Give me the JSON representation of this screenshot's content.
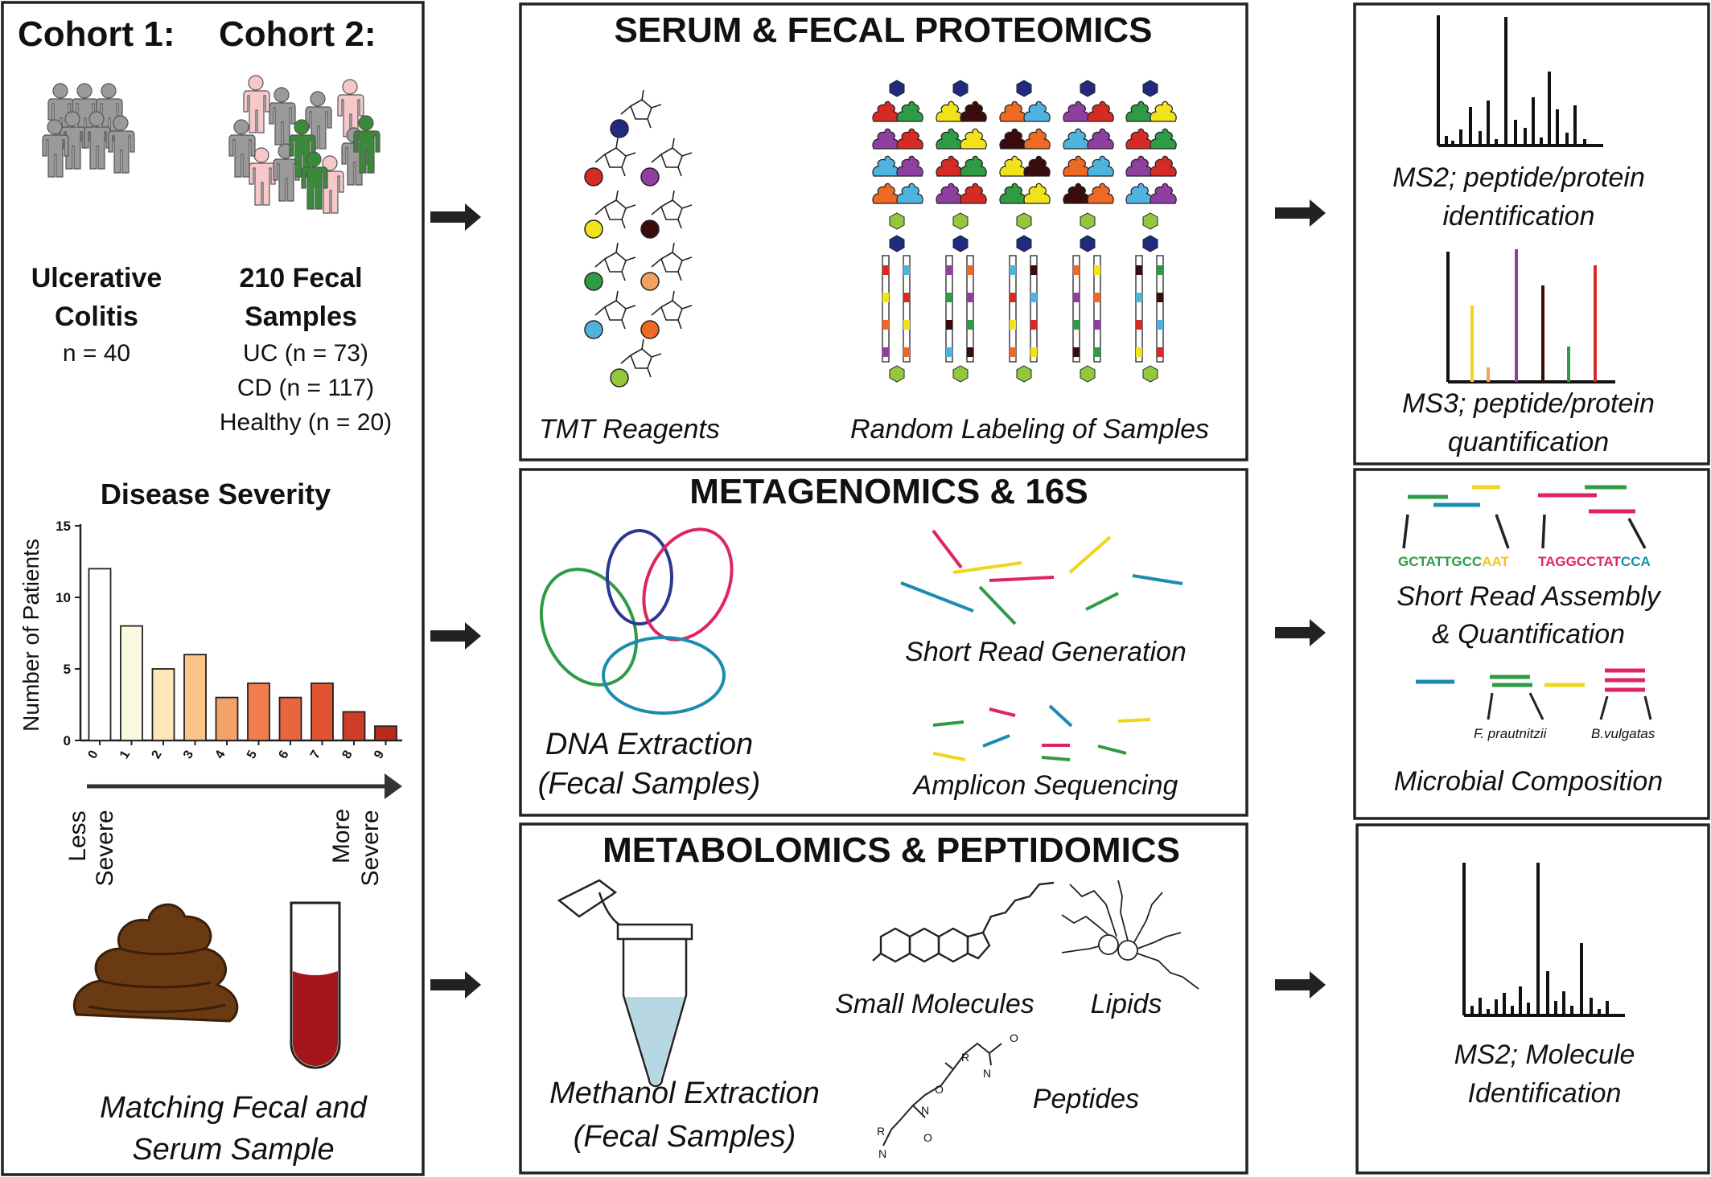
{
  "left_panel": {
    "cohort1_heading": "Cohort 1:",
    "cohort2_heading": "Cohort 2:",
    "cohort1_title_line1": "Ulcerative",
    "cohort1_title_line2": "Colitis",
    "cohort1_n": "n = 40",
    "cohort2_title_line1": "210 Fecal",
    "cohort2_title_line2": "Samples",
    "cohort2_uc": "UC (n = 73)",
    "cohort2_cd": "CD (n = 117)",
    "cohort2_healthy": "Healthy (n = 20)",
    "severity_less_line1": "Less",
    "severity_less_line2": "Severe",
    "severity_more_line1": "More",
    "severity_more_line2": "Severe",
    "matching_line1": "Matching Fecal and",
    "matching_line2": "Serum Sample"
  },
  "proteomics": {
    "title": "SERUM & FECAL PROTEOMICS",
    "tmt_label": "TMT Reagents",
    "random_label": "Random Labeling of Samples"
  },
  "metagenomics": {
    "title": "METAGENOMICS & 16S",
    "dna_line1": "DNA Extraction",
    "dna_line2": "(Fecal Samples)",
    "short_read_label": "Short Read Generation",
    "amplicon_label": "Amplicon Sequencing"
  },
  "metabolomics": {
    "title": "METABOLOMICS & PEPTIDOMICS",
    "methanol_line1": "Methanol  Extraction",
    "methanol_line2": "(Fecal Samples)",
    "small_molecules_label": "Small Molecules",
    "lipids_label": "Lipids",
    "peptides_label": "Peptides"
  },
  "results": {
    "ms2_line1": "MS2; peptide/protein",
    "ms2_line2": "identification",
    "ms3_line1": "MS3; peptide/protein",
    "ms3_line2": "quantification",
    "seq1_parts": [
      "GCTATTGCC",
      "AAT"
    ],
    "seq2_parts": [
      "TAGGCCTAT",
      "CCA"
    ],
    "assembly_line1": "Short Read Assembly",
    "assembly_line2": "& Quantification",
    "species1": "F. prautnitzii",
    "species2": "B.vulgatas",
    "composition_label": "Microbial Composition",
    "molecule_line1": "MS2; Molecule",
    "molecule_line2": "Identification"
  },
  "colors": {
    "tmt": [
      "#1f2a80",
      "#d62b24",
      "#8e3fa0",
      "#f2e21b",
      "#3a0c0c",
      "#2e9b45",
      "#f3a25e",
      "#4fb3e0",
      "#ee6a24",
      "#93c83e"
    ],
    "seq_green": "#2e9b45",
    "seq_blue": "#1b8bb0",
    "seq_yellow": "#f0d51f",
    "seq_red": "#e0245e",
    "serum": "#a4161a",
    "poop": "#6a3a13"
  },
  "chart_data": {
    "type": "bar",
    "title": "Disease Severity",
    "xlabel": "",
    "ylabel": "Number of Patients",
    "categories": [
      "0",
      "1",
      "2",
      "3",
      "4",
      "5",
      "6",
      "7",
      "8",
      "9"
    ],
    "values": [
      12,
      8,
      5,
      6,
      3,
      4,
      3,
      4,
      2,
      1
    ],
    "yticks": [
      "0",
      "5",
      "10",
      "15"
    ],
    "ylim": [
      0,
      15
    ],
    "bar_colors": [
      "#ffffff",
      "#fafae0",
      "#fde7b6",
      "#fbc48a",
      "#f5a16a",
      "#ef7d4e",
      "#e8663d",
      "#e05434",
      "#cc3e28",
      "#bb2a1c"
    ],
    "grid": false
  }
}
